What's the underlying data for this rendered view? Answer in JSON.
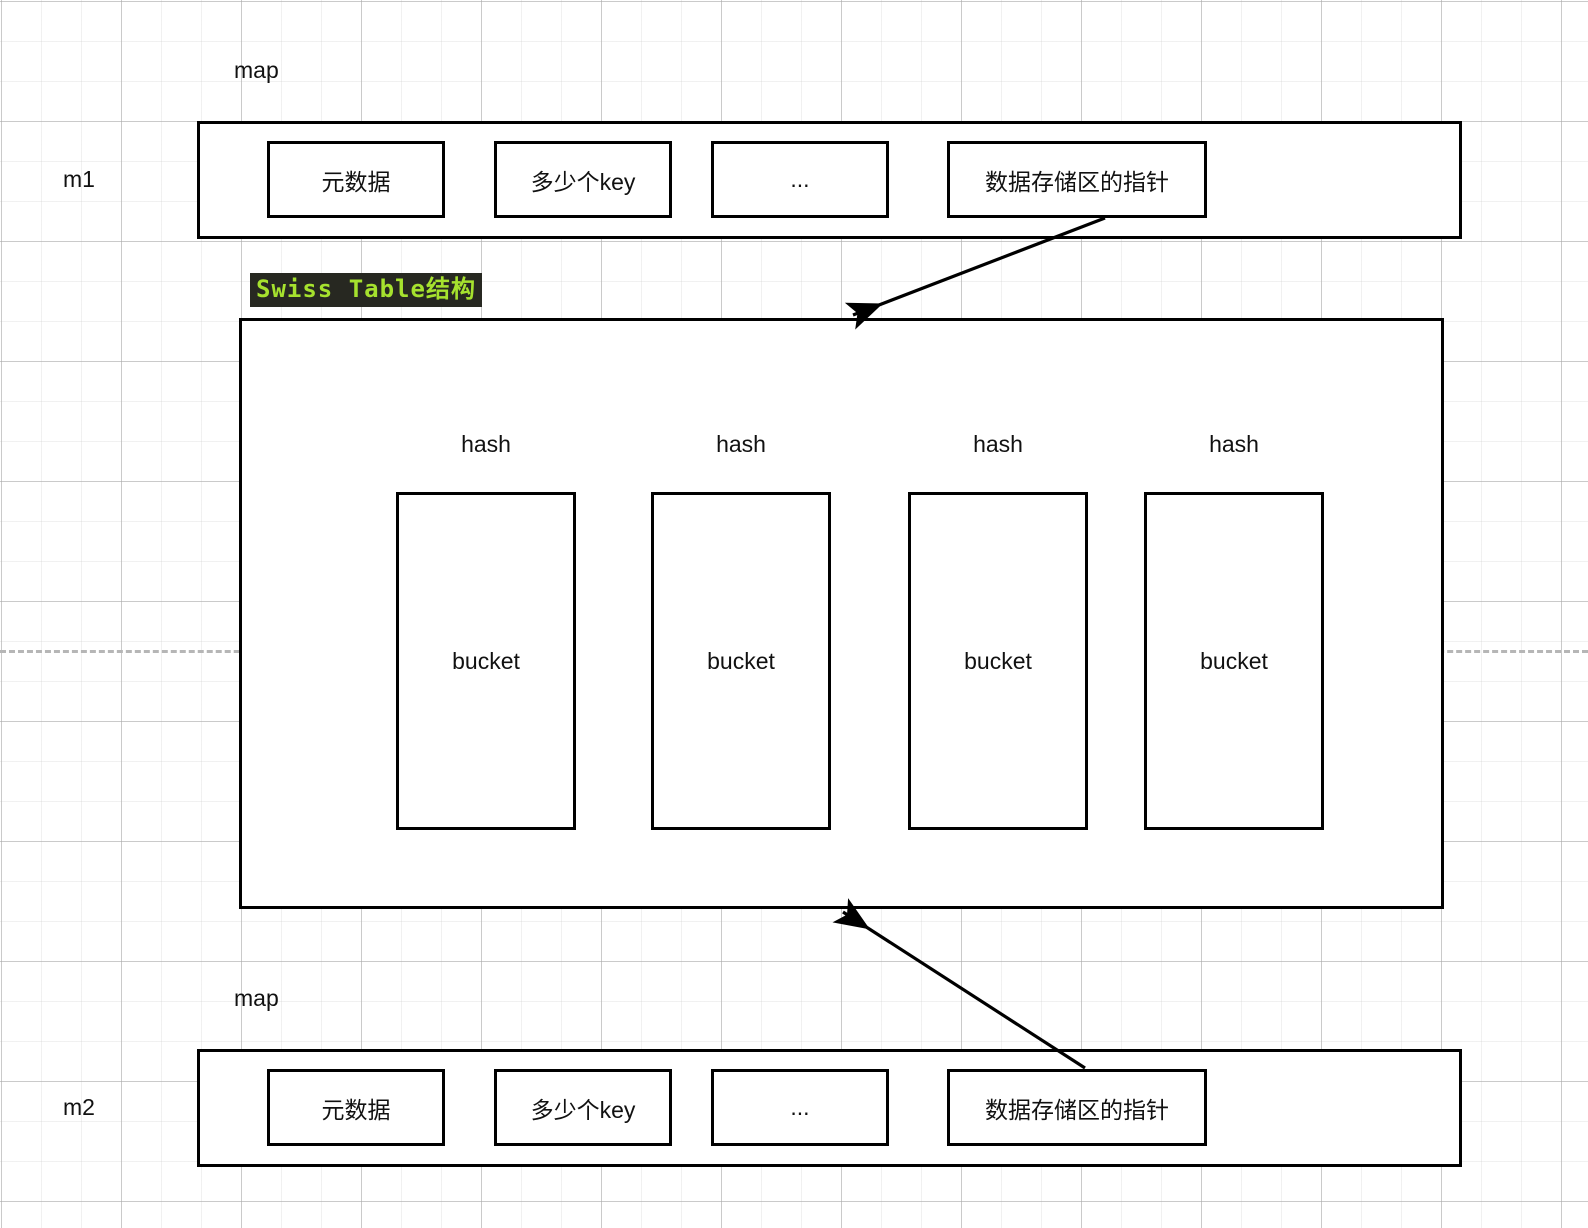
{
  "diagram": {
    "background": "grid-paper",
    "accent_highlight_bg": "#272821",
    "accent_highlight_fg": "#a6e22e",
    "stroke_color": "#000000"
  },
  "m1": {
    "side_label": "m1",
    "map_label": "map",
    "fields": [
      {
        "label": "元数据"
      },
      {
        "label": "多少个key"
      },
      {
        "label": "..."
      },
      {
        "label": "数据存储区的指针"
      }
    ]
  },
  "m2": {
    "side_label": "m2",
    "map_label": "map",
    "fields": [
      {
        "label": "元数据"
      },
      {
        "label": "多少个key"
      },
      {
        "label": "..."
      },
      {
        "label": "数据存储区的指针"
      }
    ]
  },
  "swiss_table": {
    "title": "Swiss Table结构",
    "slots": [
      {
        "hash_label": "hash",
        "bucket_label": "bucket"
      },
      {
        "hash_label": "hash",
        "bucket_label": "bucket"
      },
      {
        "hash_label": "hash",
        "bucket_label": "bucket"
      },
      {
        "hash_label": "hash",
        "bucket_label": "bucket"
      }
    ]
  },
  "connectors": [
    {
      "name": "m1-pointer-to-swiss-table"
    },
    {
      "name": "m2-pointer-to-swiss-table"
    }
  ]
}
